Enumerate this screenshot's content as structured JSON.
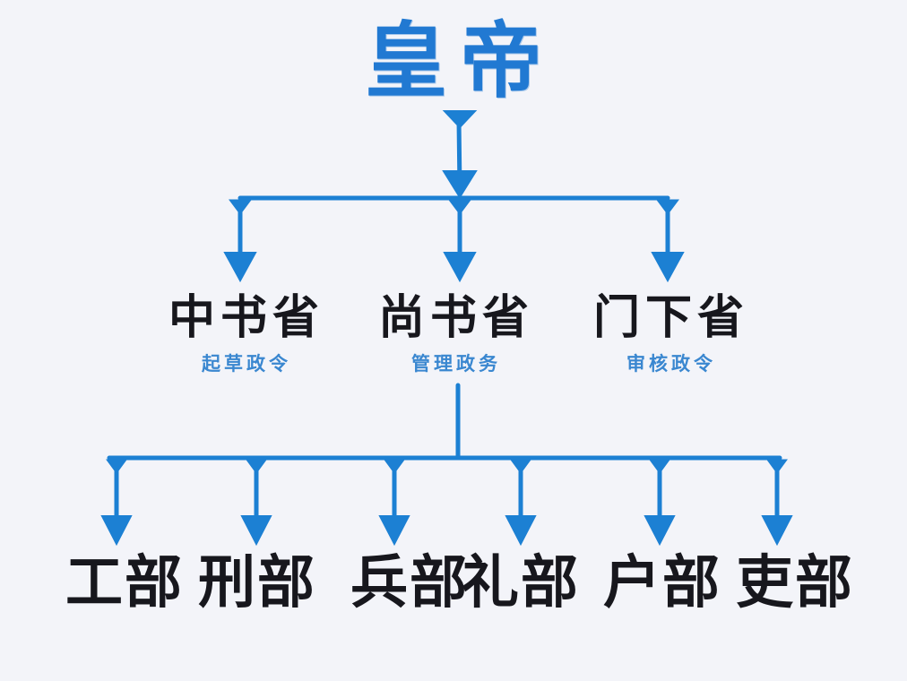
{
  "diagram": {
    "title": "皇帝",
    "departments": [
      {
        "name": "中书省",
        "duty": "起草政令"
      },
      {
        "name": "尚书省",
        "duty": "管理政务"
      },
      {
        "name": "门下省",
        "duty": "审核政令"
      }
    ],
    "ministries": [
      {
        "name": "工部"
      },
      {
        "name": "刑部"
      },
      {
        "name": "兵部"
      },
      {
        "name": "礼部"
      },
      {
        "name": "户部"
      },
      {
        "name": "吏部"
      }
    ],
    "colors": {
      "arrow_blue": "#1c80d3",
      "title_blue": "#2179d2",
      "duty_blue": "#3a87d0",
      "text_black": "#17171d",
      "background": "#f3f4f9"
    }
  }
}
